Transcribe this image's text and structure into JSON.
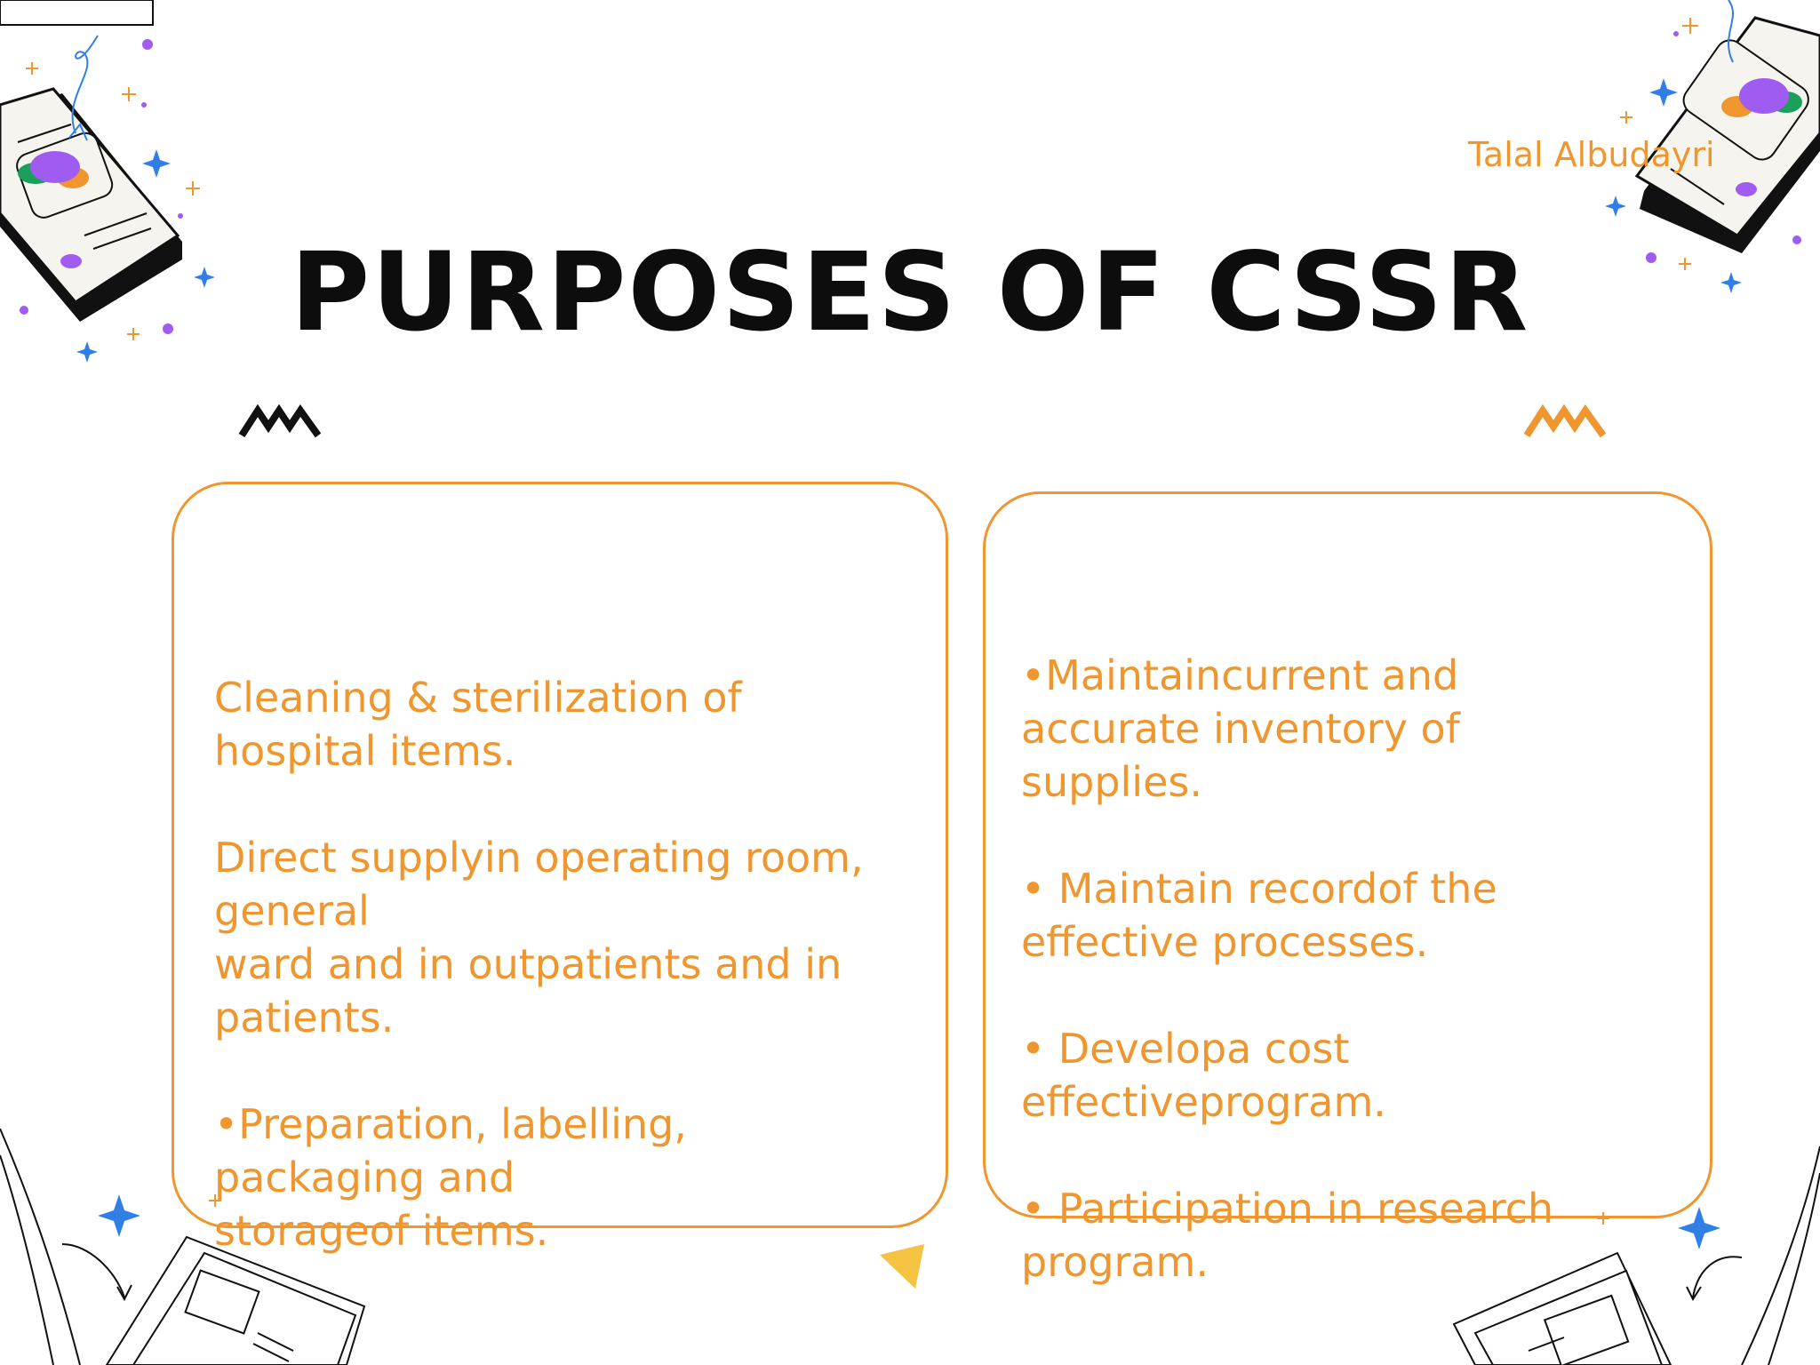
{
  "slide": {
    "title": "PURPOSES OF CSSR",
    "author": "Talal Albudayri",
    "left_card": {
      "lines": [
        "Cleaning & sterilization of\nhospital items.",
        "Direct supplyin operating room,\ngeneral\nward and in outpatients and in\npatients.",
        "•Preparation, labelling,\npackaging and\nstorageof items."
      ]
    },
    "right_card": {
      "lines": [
        "•Maintaincurrent and\naccurate inventory of\nsupplies.",
        "• Maintain recordof the\neffective processes.",
        "• Developa cost\neffectiveprogram.",
        "• Participation in research\nprogram."
      ]
    }
  },
  "colors": {
    "accent_orange": "#f0962e",
    "title_black": "#0d0d0d",
    "star_blue": "#2f7fe6",
    "dot_purple": "#a05cf0",
    "triangle_yellow": "#f5c242"
  },
  "icons": [
    "phone-illustration",
    "sparkle-icon",
    "zigzag-icon",
    "paper-stack-illustration",
    "triangle-shape"
  ]
}
